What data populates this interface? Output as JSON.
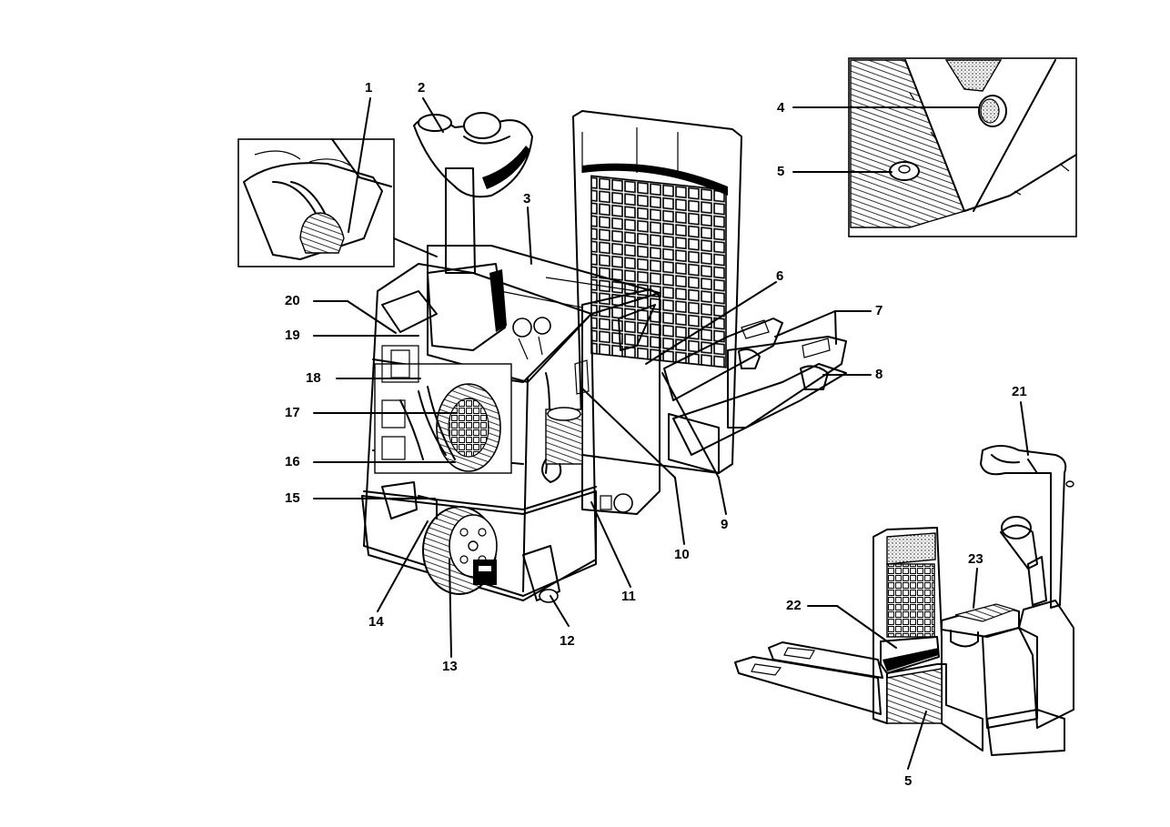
{
  "labels": [
    "1",
    "2",
    "3",
    "4",
    "5",
    "6",
    "7",
    "8",
    "9",
    "10",
    "11",
    "12",
    "13",
    "14",
    "15",
    "16",
    "17",
    "18",
    "19",
    "20",
    "21",
    "22",
    "23",
    "5"
  ],
  "colors": {
    "ink": "#000000",
    "paper": "#ffffff",
    "shade": "#bdbdbd"
  }
}
